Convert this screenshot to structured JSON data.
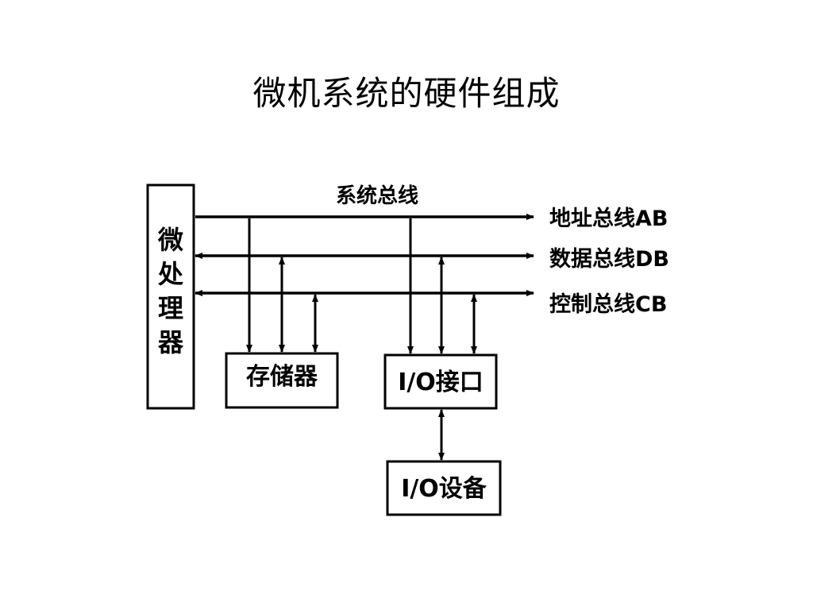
{
  "slide": {
    "title": "微机系统的硬件组成"
  },
  "diagram": {
    "system_bus_label": "系统总线",
    "cpu_label": [
      "微",
      "处",
      "理",
      "器"
    ],
    "buses": {
      "address": "地址总线AB",
      "data": "数据总线DB",
      "control": "控制总线CB"
    },
    "memory_label": "存储器",
    "io_interface_label": "I/O接口",
    "io_device_label": "I/O设备"
  }
}
